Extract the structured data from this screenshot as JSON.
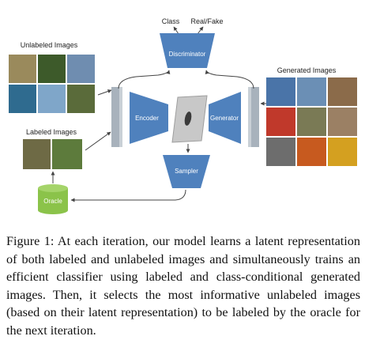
{
  "figure": {
    "discriminator": {
      "label": "Discriminator",
      "outputs": [
        "Class",
        "Real/Fake"
      ]
    },
    "encoder": {
      "label": "Encoder"
    },
    "generator": {
      "label": "Generator"
    },
    "sampler": {
      "label": "Sampler"
    },
    "oracle": {
      "label": "Oracle"
    },
    "unlabeled_title": "Unlabeled Images",
    "labeled_title": "Labeled Images",
    "generated_title": "Generated Images",
    "colors": {
      "block_blue": "#4f81bd",
      "block_gray": "#a8b2bc",
      "oracle_green": "#8bc34a",
      "latent_gray": "#9e9e9e",
      "arrow": "#444444"
    }
  },
  "caption": "Figure 1: At each iteration, our model learns a latent representation of both labeled and unlabeled images and simultaneously trains an efficient classifier using labeled and class-conditional generated images. Then, it selects the most informative unlabeled images (based on their latent representation) to be labeled by the oracle for the next iteration."
}
